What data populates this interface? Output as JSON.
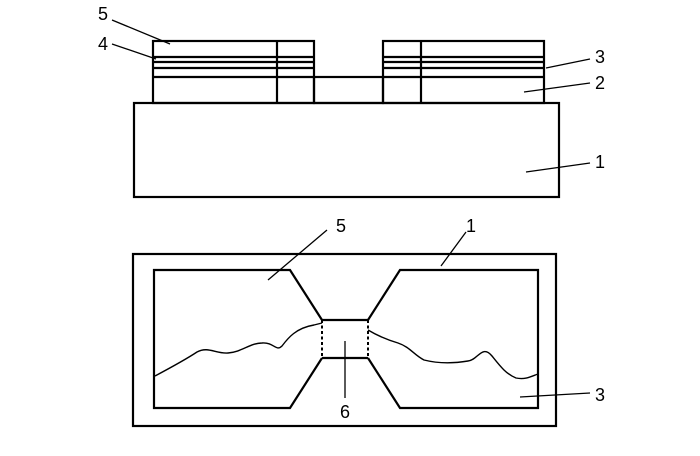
{
  "labels": {
    "top_5": "5",
    "top_4": "4",
    "top_3": "3",
    "top_2": "2",
    "top_1": "1",
    "bottom_5": "5",
    "bottom_1": "1",
    "bottom_3": "3",
    "bottom_6": "6"
  }
}
